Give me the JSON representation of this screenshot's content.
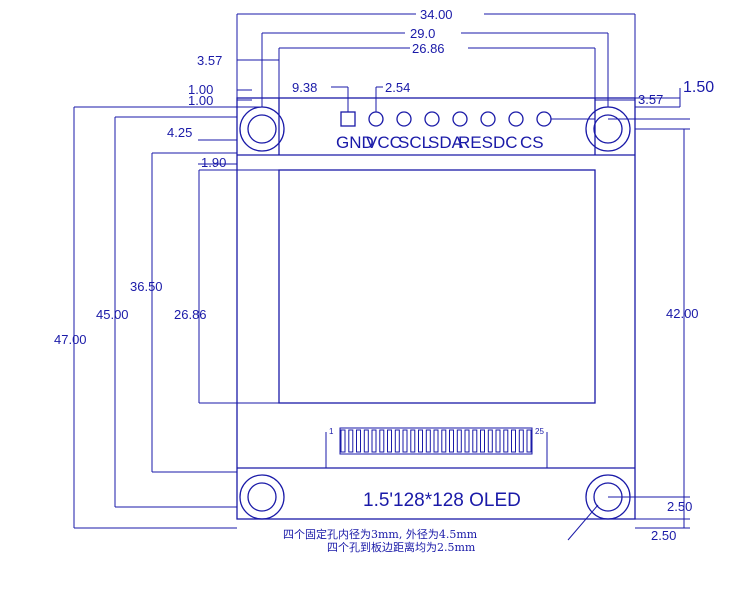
{
  "dimensions": {
    "total_width": "34.00",
    "hole_span": "29.0",
    "display_width": "26.86",
    "left_offset": "3.57",
    "right_offset": "3.57",
    "right_small": "1.50",
    "left_top_a": "1.00",
    "left_top_b": "1.00",
    "pin_start": "9.38",
    "pin_pitch": "2.54",
    "hole_to_display": "4.25",
    "display_top": "1.90",
    "left_36": "36.50",
    "left_45": "45.00",
    "display_height": "26.86",
    "total_height": "47.00",
    "right_height": "42.00",
    "bottom_hole_a": "2.50",
    "bottom_hole_b": "2.50"
  },
  "pins": [
    "GND",
    "VCC",
    "SCL",
    "SDA",
    "RES",
    "DC",
    "CS"
  ],
  "fpc": {
    "start": "1",
    "end": "25"
  },
  "model_label": "1.5'128*128 OLED",
  "notes": [
    "四个固定孔内径为3mm, 外径为4.5mm",
    "四个孔到板边距离均为2.5mm"
  ],
  "colors": {
    "ink": "#1a1aa8",
    "background": "#ffffff"
  }
}
